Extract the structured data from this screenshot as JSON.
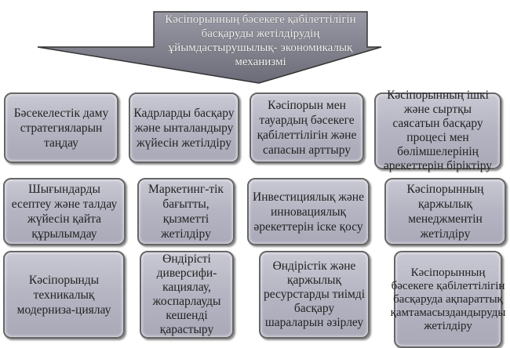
{
  "title": "Кәсіпорынның бәсекеге қабілеттілігін басқаруды жетілдірудің ұйымдастырушылық- экономикалық механизмі",
  "colors": {
    "box_fill": "#b4b4c2",
    "arrow_fill": "#7a7a86",
    "title_text": "#f4f4f4"
  },
  "rows": [
    [
      "Бәсекелестік даму стратегияларын таңдау",
      "Кадрларды басқару және ынталандыру жүйесін жетілдіру",
      "Кәсіпорын мен тауардың бәсекеге қабілеттілігін және сапасын арттыру",
      "Кәсіпорынның ішкі және сыртқы саясатын басқару процесі мен бөлімшелерінің әрекеттерін біріктіру"
    ],
    [
      "Шығындарды есептеу және талдау жүйесін қайта құрылымдау",
      "Маркетинг-тік бағытты, қызметті жетілдіру",
      "Инвестициялық және инновациялық әрекеттерін іске қосу",
      "Кәсіпорынның қаржылық менеджментін жетілдіру"
    ],
    [
      "Кәсіпорынды техникалық модерниза-циялау",
      "Өндірісті диверсифи-кациялау, жоспарлауды кешенді қарастыру",
      "Өндірістік және қаржылық ресурстарды тиімді басқару шараларын әзірлеу",
      "Кәсіпорынның бәсекеге қабілеттілігін басқаруда ақпараттық қамтамасыздандыруды жетілдіру"
    ]
  ]
}
